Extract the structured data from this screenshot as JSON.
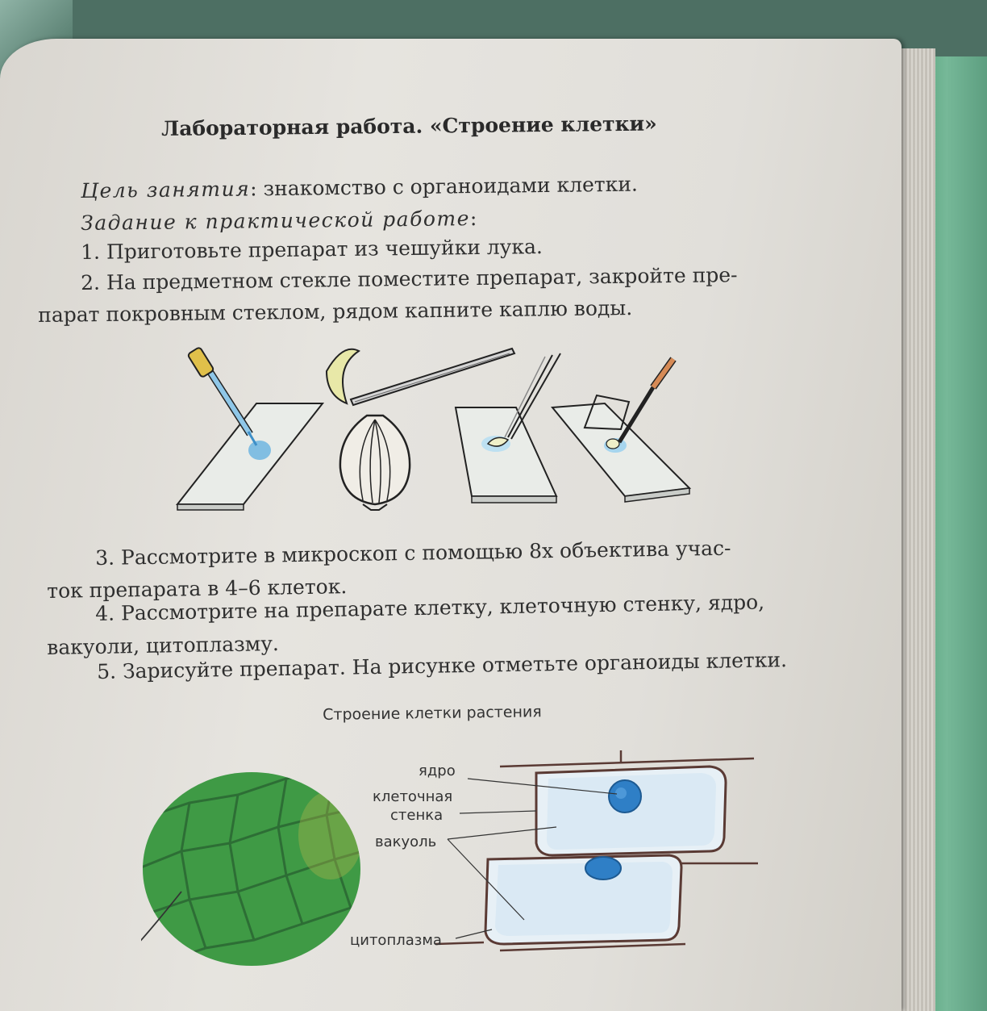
{
  "title": "Лабораторная работа. «Строение клетки»",
  "goal": {
    "label": "Цель занятия",
    "text": ": знакомство с органоидами клетки."
  },
  "task": {
    "label": "Задание к практической работе",
    "suffix": ":"
  },
  "steps": [
    {
      "line1": "1. Приготовьте препарат из чешуйки лука."
    },
    {
      "line1": "2. На предметном стекле поместите препарат, закройте пре-",
      "line2": "парат покровным стеклом, рядом капните каплю воды."
    },
    {
      "line1": "3. Рассмотрите в микроскоп с помощью 8х объектива учас-",
      "line2": "ток препарата в 4–6 клеток."
    },
    {
      "line1": "4. Рассмотрите на препарате клетку, клеточную стенку, ядро,",
      "line2": "вакуоли, цитоплазму."
    },
    {
      "line1": "5. Зарисуйте препарат. На рисунке отметьте органоиды клетки."
    }
  ],
  "figure": {
    "caption": "Строение клетки растения",
    "labels": {
      "nucleus": "ядро",
      "wall_1": "клеточная",
      "wall_2": "стенка",
      "vacuole": "вакуоль",
      "cytoplasm": "цитоплазма"
    }
  },
  "colors": {
    "page": "#e3e1dc",
    "cover": "#6aaf8c",
    "text": "#2f2f2f",
    "cell_green": "#3f9a45",
    "cell_wall": "#5a3a34",
    "nucleus_blue": "#2f7fc6",
    "water_blue": "#6fb6e0"
  }
}
